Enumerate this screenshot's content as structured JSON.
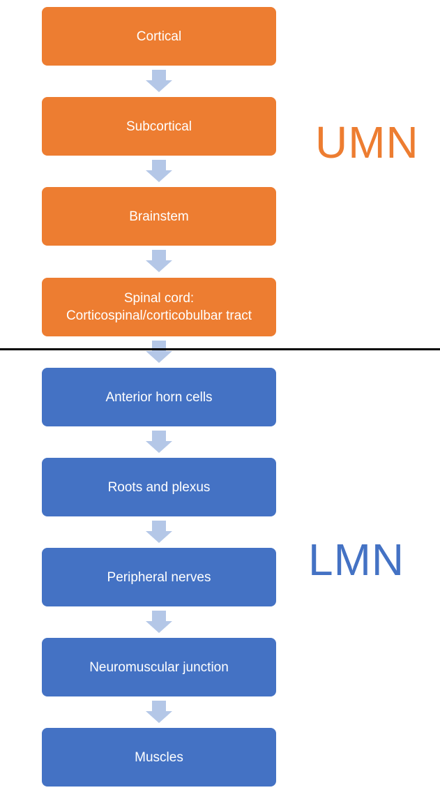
{
  "diagram": {
    "umn": {
      "label": "UMN",
      "color": "#ED7D31",
      "steps": [
        "Cortical",
        "Subcortical",
        "Brainstem",
        "Spinal cord: Corticospinal/corticobulbar tract"
      ]
    },
    "lmn": {
      "label": "LMN",
      "color": "#4472C4",
      "steps": [
        "Anterior horn cells",
        "Roots and plexus",
        "Peripheral nerves",
        "Neuromuscular junction",
        "Muscles"
      ]
    },
    "arrow_color": "#B4C7E7",
    "arrow_icon": "down-arrow-icon",
    "divider_color": "#000000"
  }
}
